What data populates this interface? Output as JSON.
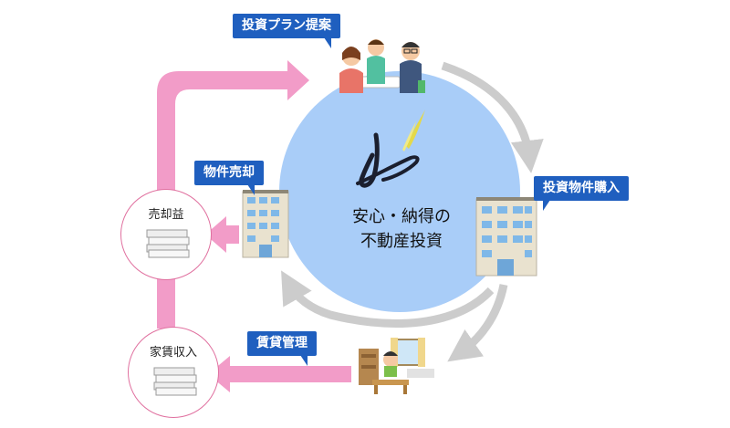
{
  "center": {
    "line1": "安心・納得の",
    "line2": "不動産投資"
  },
  "tags": {
    "proposal": "投資プラン提案",
    "purchase": "投資物件購入",
    "management": "賃貸管理",
    "sale": "物件売却"
  },
  "badges": {
    "sale_profit": "売却益",
    "rental_income": "家賃収入"
  },
  "colors": {
    "circle": "#a9cdf8",
    "tag_bg": "#1f5fbf",
    "pink_arrow": "#f29cc8",
    "gray_arrow": "#cccccc",
    "logo_navy": "#1b1f2e",
    "logo_gold": "#e4d94a"
  },
  "icons": [
    "logo-icon",
    "family-consultation-icon",
    "apartment-building-icon",
    "money-stack-icon",
    "living-room-icon"
  ]
}
